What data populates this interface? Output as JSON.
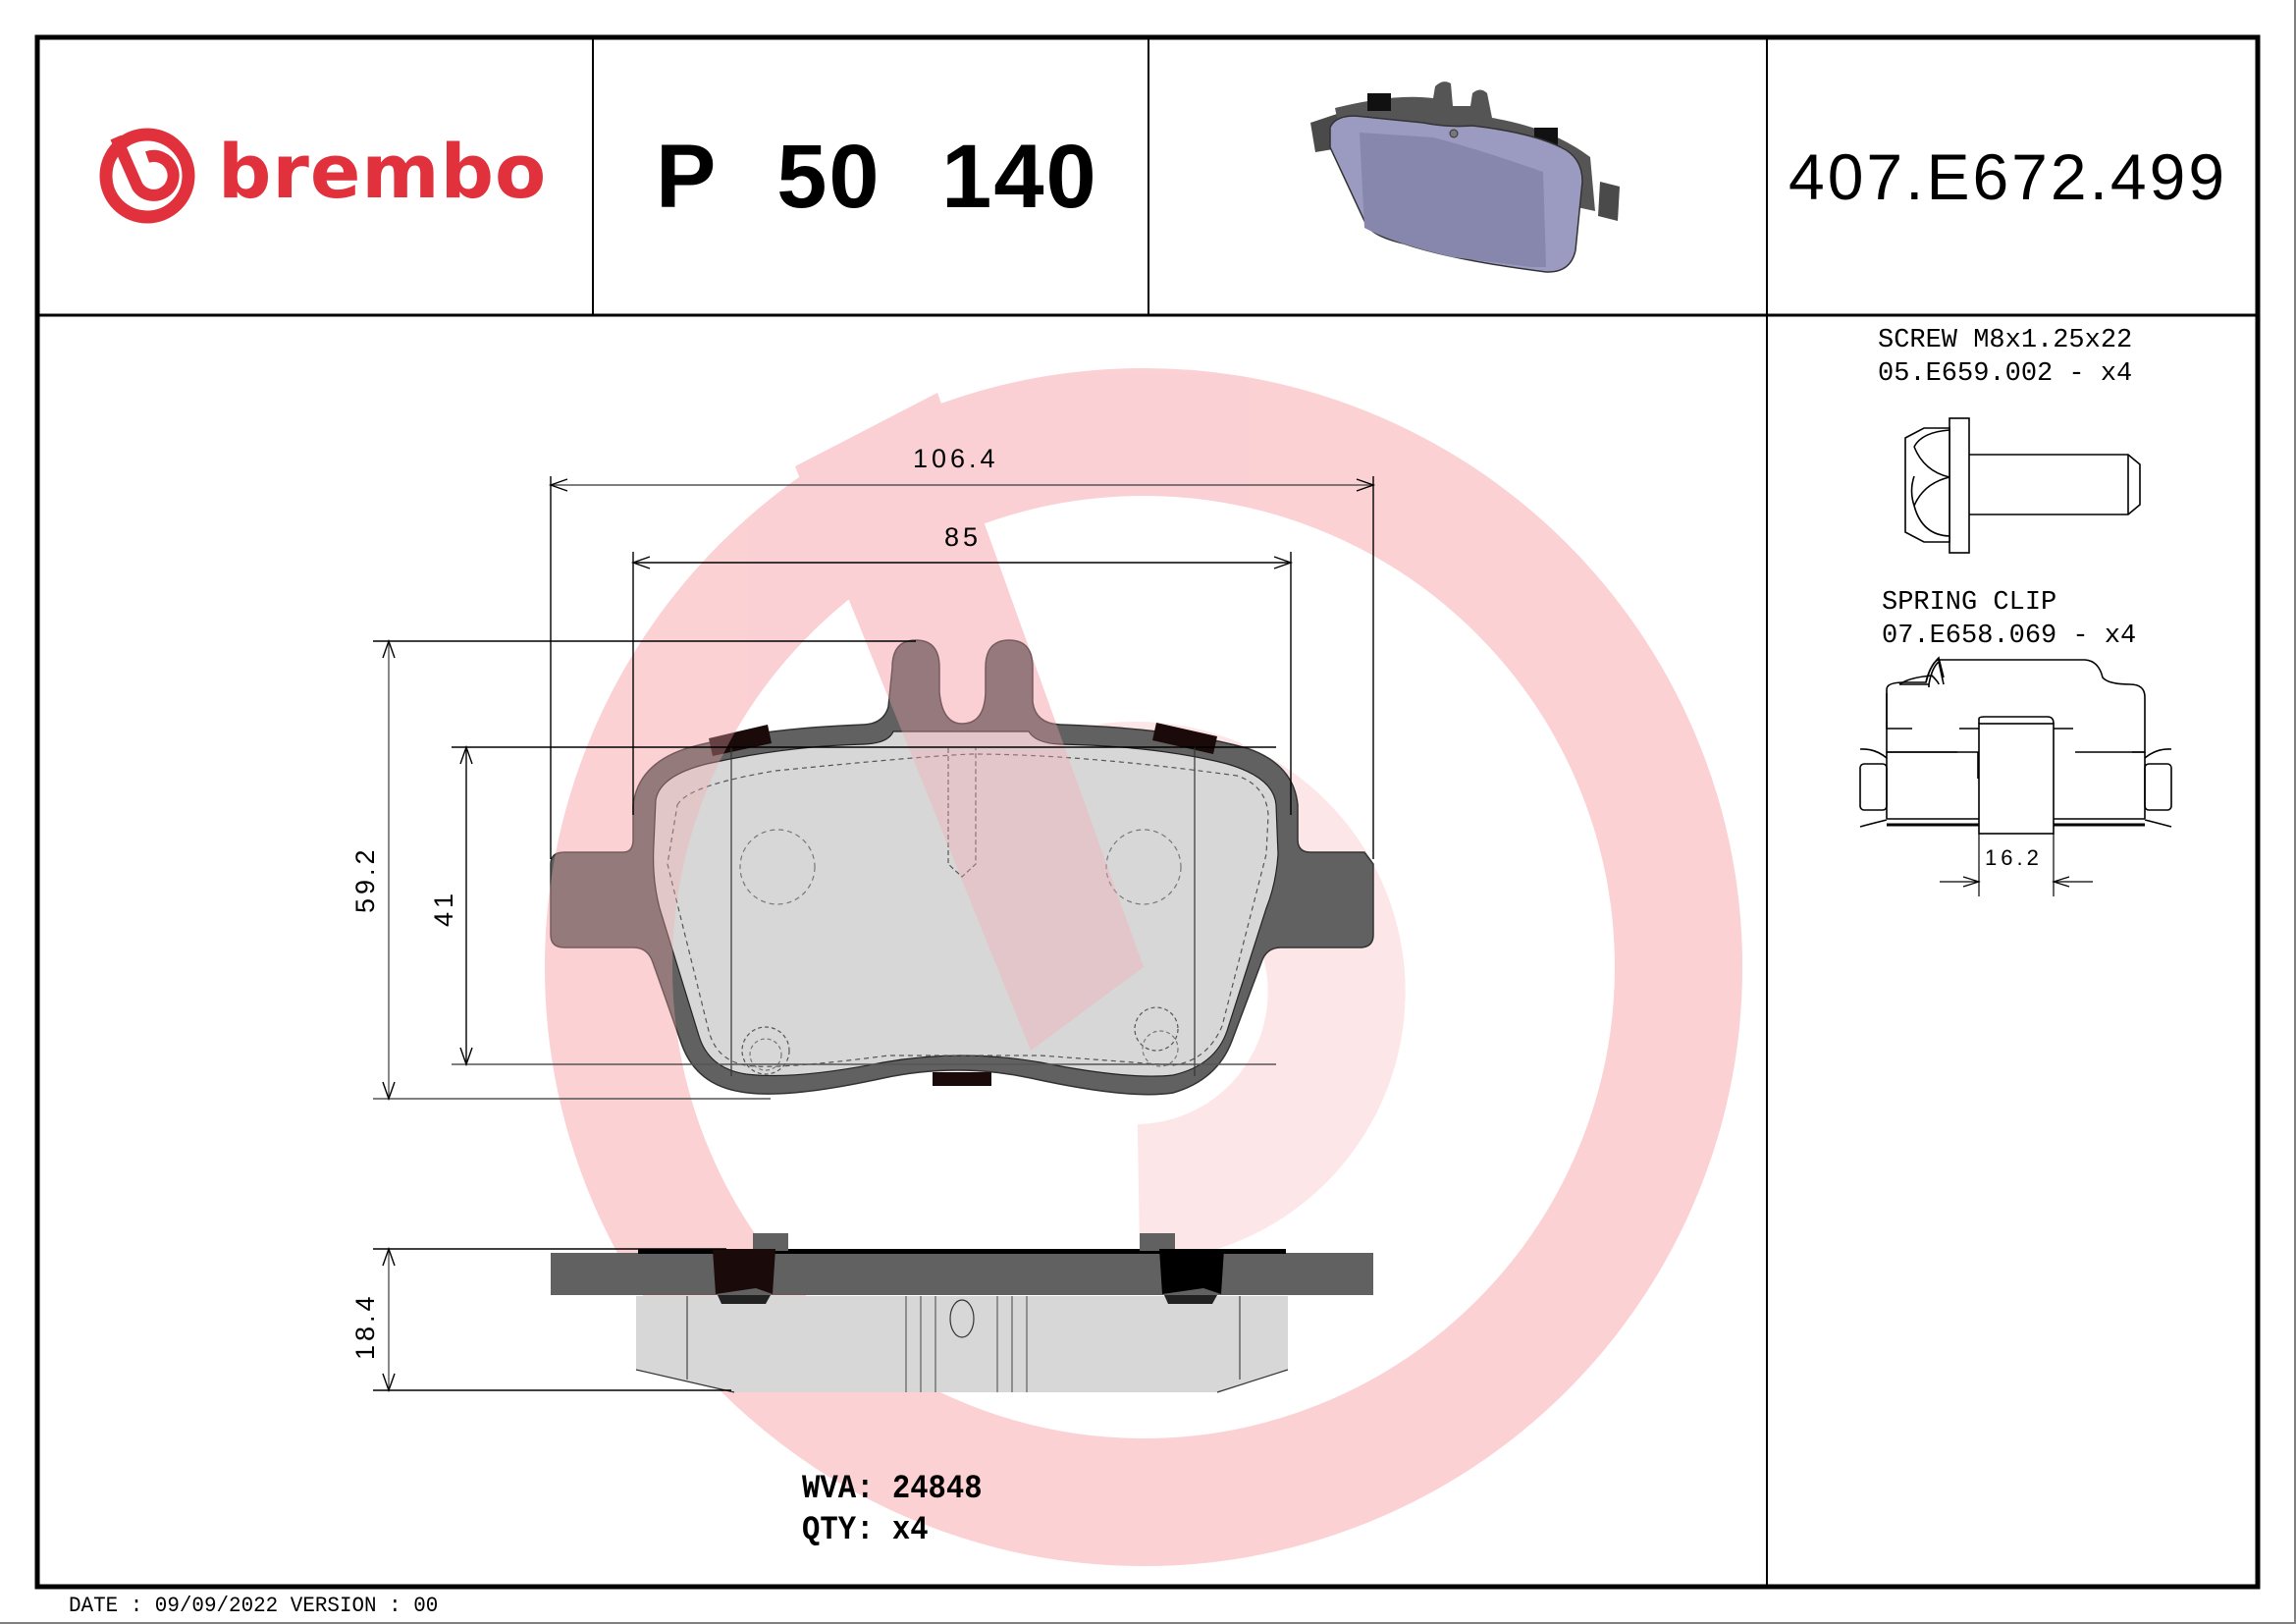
{
  "header": {
    "brand": "brembo",
    "brand_color": "#e0313c",
    "product_code": "P 50 140",
    "part_number": "407.E672.499",
    "thumbnail": "brake-pad-3d-render"
  },
  "drawing": {
    "front_view": {
      "dimensions": {
        "overall_width": "106.4",
        "inner_width": "85",
        "overall_height": "59.2",
        "friction_height": "41"
      }
    },
    "side_view": {
      "dimensions": {
        "thickness": "18.4"
      }
    },
    "info": {
      "wva_label": "WVA:",
      "wva_value": "24848",
      "qty_label": "QTY:",
      "qty_value": "x4"
    },
    "colors": {
      "backing_plate": "#616161",
      "friction_material": "#d7d7d7",
      "watermark": "#fde6e8",
      "clip": "#1a0a0a"
    }
  },
  "components": [
    {
      "name_line": "SCREW M8x1.25x22",
      "code_line": "05.E659.002 - x4",
      "icon": "screw-icon"
    },
    {
      "name_line": "SPRING CLIP",
      "code_line": "07.E658.069 - x4",
      "icon": "spring-clip-icon",
      "dimension": "16.2"
    }
  ],
  "footer": {
    "date_label": "DATE :",
    "date_value": "09/09/2022",
    "version_label": "VERSION :",
    "version_value": "00"
  }
}
